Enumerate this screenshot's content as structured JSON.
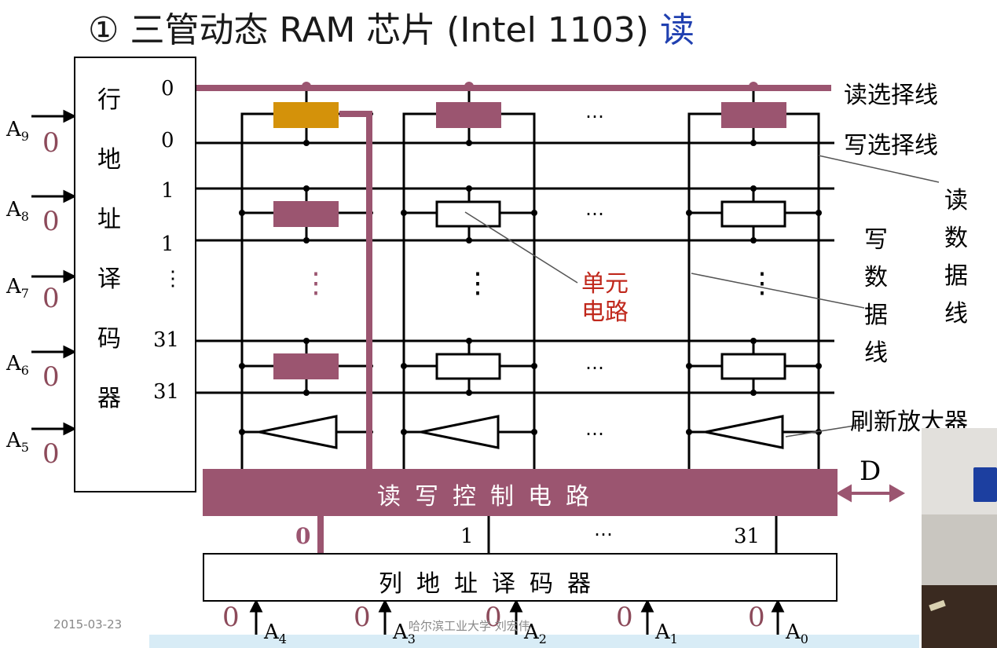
{
  "title": {
    "circle_num": "①",
    "main": "三管动态 RAM 芯片 (Intel 1103)",
    "highlight": "读"
  },
  "row_decoder": {
    "chars": [
      "行",
      "地",
      "址",
      "译",
      "码",
      "器"
    ]
  },
  "row_labels": [
    "0",
    "0",
    "1",
    "1",
    "⋮",
    "31",
    "31"
  ],
  "address_inputs": [
    {
      "name": "A",
      "sub": "9",
      "value": "0"
    },
    {
      "name": "A",
      "sub": "8",
      "value": "0"
    },
    {
      "name": "A",
      "sub": "7",
      "value": "0"
    },
    {
      "name": "A",
      "sub": "6",
      "value": "0"
    },
    {
      "name": "A",
      "sub": "5",
      "value": "0"
    }
  ],
  "right_labels": {
    "read_select": "读选择线",
    "write_select": "写选择线",
    "read_data_line": [
      "读",
      "数",
      "据",
      "线"
    ],
    "write_data_line": [
      "写",
      "数",
      "据",
      "线"
    ],
    "refresh_amp": "刷新放大器"
  },
  "cell_label": [
    "单元",
    "电路"
  ],
  "rw_control": "读写控制电路",
  "data_port": "D",
  "col_labels": [
    "0",
    "1",
    "⋯",
    "31"
  ],
  "col_decoder": "列地址译码器",
  "col_inputs": [
    {
      "name": "A",
      "sub": "4",
      "value": "0"
    },
    {
      "name": "A",
      "sub": "3",
      "value": "0"
    },
    {
      "name": "A",
      "sub": "2",
      "value": "0"
    },
    {
      "name": "A",
      "sub": "1",
      "value": "0"
    },
    {
      "name": "A",
      "sub": "0",
      "value": "0"
    }
  ],
  "ellipsis": "⋯",
  "vdots": "⋮",
  "footer": {
    "date": "2015-03-23",
    "author": "哈尔滨工业大学  刘宏伟"
  },
  "colors": {
    "active": "#9b5570",
    "selected_cell": "#d4920a",
    "line": "#000000",
    "blue": "#2040b0"
  }
}
